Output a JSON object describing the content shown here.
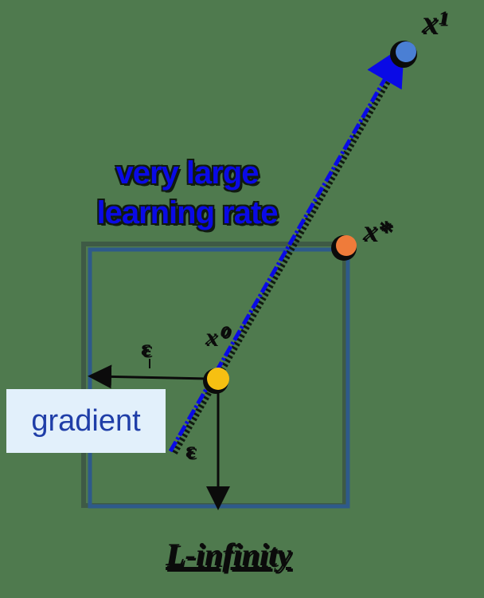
{
  "learning_rate_label": [
    "very large",
    "learning rate"
  ],
  "point_labels": {
    "next": "x¹",
    "projected": "x*",
    "current": "x⁰"
  },
  "eps_labels": {
    "horizontal": "ε",
    "vertical": "ε"
  },
  "gradient_label": "gradient",
  "norm_label": "L-infinity",
  "colors": {
    "background": "#4f7a4e",
    "box_stroke": "#2e5a8a",
    "arrow": "#0a0ae6",
    "current_point": "#f6c012",
    "projected_point": "#ef7b3a",
    "next_point": "#4a7fd4",
    "gradient_box": "#e2f0fb",
    "gradient_text": "#1f3ea8"
  }
}
